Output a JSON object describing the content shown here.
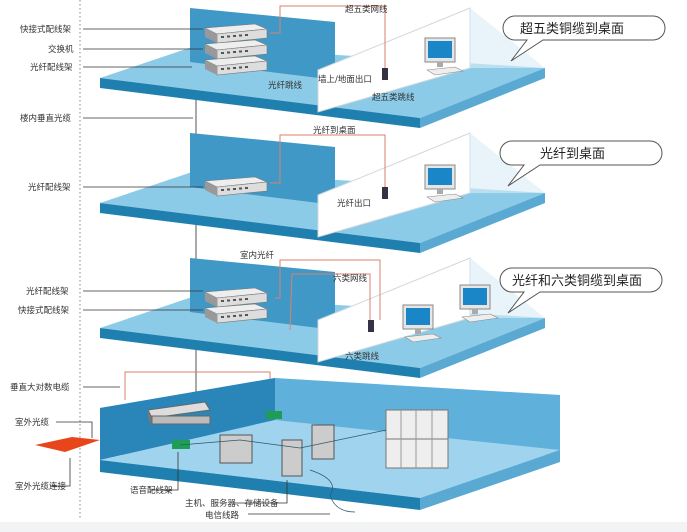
{
  "colors": {
    "slab_top": "#8ccbe8",
    "slab_edge": "#1f7fae",
    "wall": "#3f98c6",
    "cable_red": "#d9826f",
    "callout_border": "#555555",
    "outdoor_pad": "#e8461a",
    "rack_green": "#1e9e55"
  },
  "left_labels": {
    "quick_patch_panel_1": "快接式配线架",
    "switch": "交换机",
    "fiber_patch_panel_1": "光纤配线架",
    "vertical_fiber": "楼内垂直光缆",
    "fiber_patch_panel_2": "光纤配线架",
    "fiber_patch_panel_3": "光纤配线架",
    "quick_patch_panel_3": "快接式配线架",
    "vertical_copper": "垂直大对数电缆",
    "outdoor_fiber": "室外光缆",
    "outdoor_fiber_connection": "室外光缆连接"
  },
  "floor1": {
    "cat5e_cable": "超五类网线",
    "wall_outlet": "墙上/地面出口",
    "fiber_jumper": "光纤跳线",
    "cat5e_jumper": "超五类跳线",
    "callout": "超五类铜缆到桌面"
  },
  "floor2": {
    "fiber_to_desk": "光纤到桌面",
    "fiber_outlet": "光纤出口",
    "callout": "光纤到桌面"
  },
  "floor3": {
    "indoor_fiber": "室内光纤",
    "cat6_cable": "六类网线",
    "cat6_jumper": "六类跳线",
    "callout": "光纤和六类铜缆到桌面"
  },
  "basement": {
    "voice_patch_panel": "语音配线架",
    "servers": "主机、服务器、存储设备",
    "telecom_line": "电信线路"
  }
}
